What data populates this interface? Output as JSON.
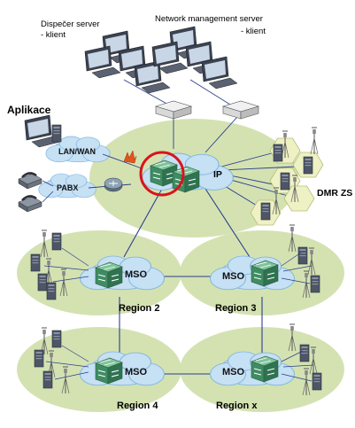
{
  "labels": {
    "dispatcher_server": "Dispečer server",
    "dispatcher_client": "- klient",
    "nms_server": "Network management server",
    "nms_client": "- klient",
    "applications": "Aplikace",
    "lan_wan": "LAN/WAN",
    "pabx": "PABX",
    "ip": "IP",
    "dmr_zs": "DMR ZS",
    "mso": "MSO",
    "region_2": "Region 2",
    "region_3": "Region 3",
    "region_4": "Region 4",
    "region_x": "Region x"
  },
  "colors": {
    "region_fill": "#d4e2b2",
    "cloud_fill": "#c6e0f4",
    "switch_green": "#3f8c63",
    "highlight_ring": "#d9141a",
    "link_line": "#2b3f8c",
    "hex_fill": "#eef1c4"
  }
}
